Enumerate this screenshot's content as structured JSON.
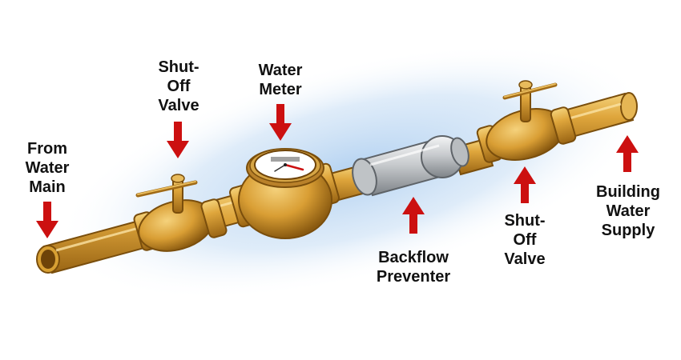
{
  "labels": {
    "water_main": [
      "From",
      "Water",
      "Main"
    ],
    "shutoff_left": [
      "Shut-",
      "Off",
      "Valve"
    ],
    "meter": [
      "Water",
      "Meter"
    ],
    "backflow": [
      "Backflow",
      "Preventer"
    ],
    "shutoff_right": [
      "Shut-",
      "Off",
      "Valve"
    ],
    "building": [
      "Building",
      "Water",
      "Supply"
    ]
  },
  "colors": {
    "pipe": "#D8A033",
    "pipe_highlight": "#F2CD72",
    "pipe_shadow": "#8E5E12",
    "backflow_silver": "#C9CCCF",
    "arrow": "#CC1010",
    "glow": "#B8D6F2"
  },
  "arrows": {
    "water_main": "down",
    "shutoff_left": "down",
    "meter": "down",
    "backflow": "up",
    "shutoff_right": "up",
    "building": "up"
  }
}
